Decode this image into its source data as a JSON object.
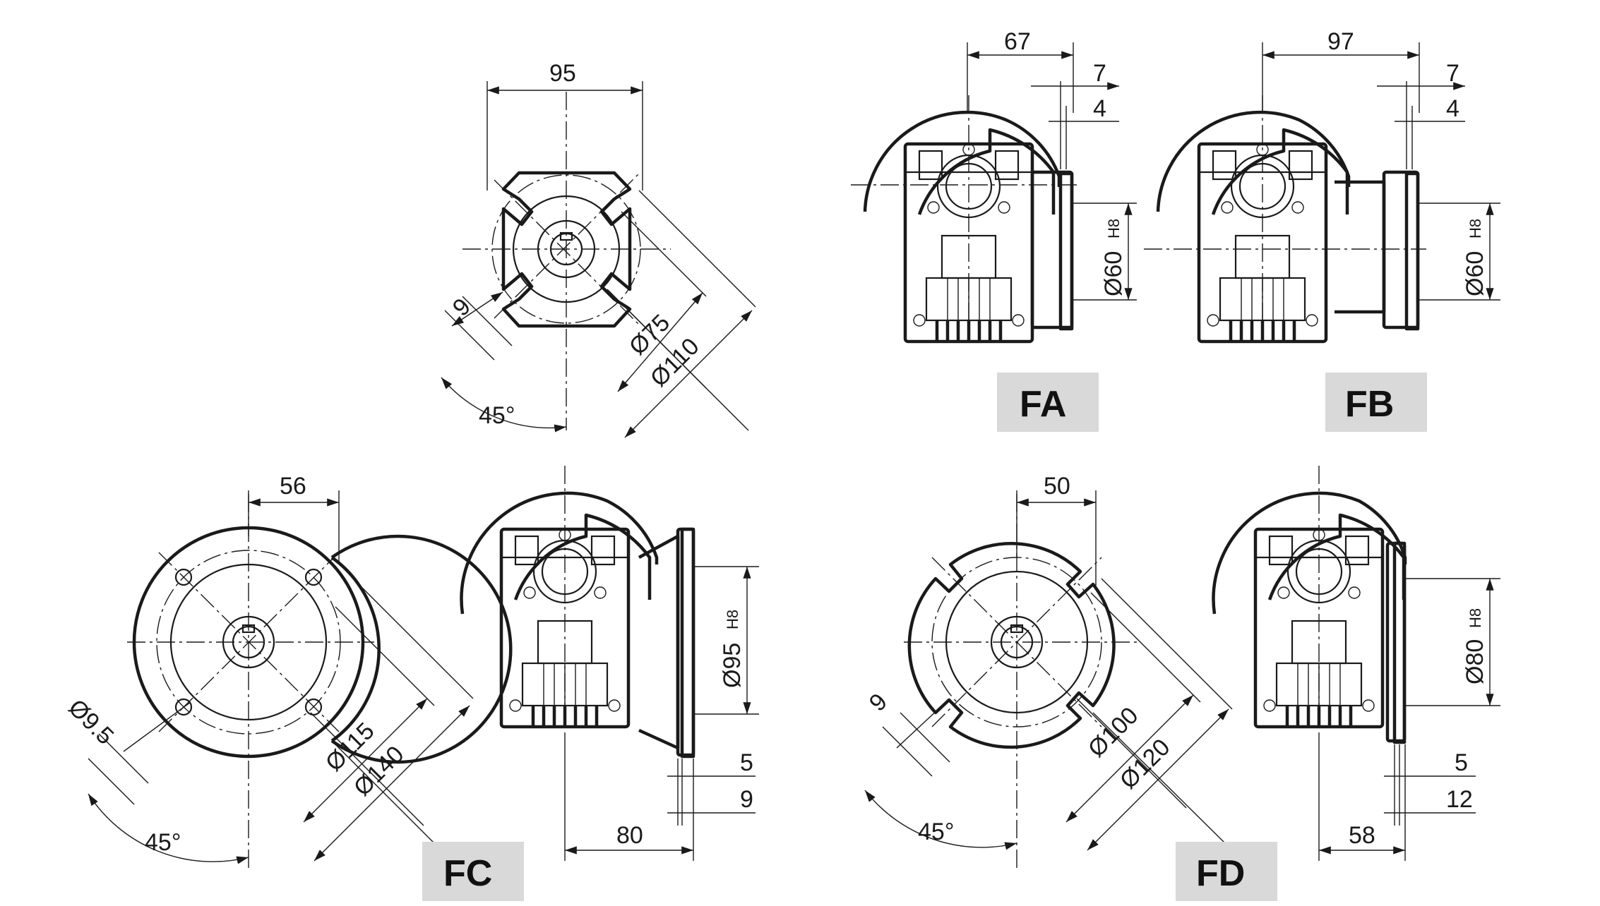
{
  "labels": {
    "fa": "FA",
    "fb": "FB",
    "fc": "FC",
    "fd": "FD"
  },
  "dims": {
    "square_width": "95",
    "square_slot": "9",
    "square_d_inner": "Ø75",
    "square_d_outer": "Ø110",
    "square_angle": "45°",
    "fa_length": "67",
    "fa_flange": "7",
    "fa_spigot": "4",
    "fa_bore": "Ø60",
    "fb_length": "97",
    "fb_flange": "7",
    "fb_spigot": "4",
    "fb_bore": "Ø60",
    "fit": "H8",
    "fc_offset": "56",
    "fc_hole": "Ø9.5",
    "fc_d_inner": "Ø115",
    "fc_d_outer": "Ø140",
    "fc_angle": "45°",
    "fc_bore": "Ø95",
    "fc_spigot": "5",
    "fc_flange": "9",
    "fc_length": "80",
    "fd_offset": "50",
    "fd_slot": "9",
    "fd_d_inner": "Ø100",
    "fd_d_outer": "Ø120",
    "fd_angle": "45°",
    "fd_bore": "Ø80",
    "fd_spigot": "5",
    "fd_flange": "12",
    "fd_length": "58"
  }
}
